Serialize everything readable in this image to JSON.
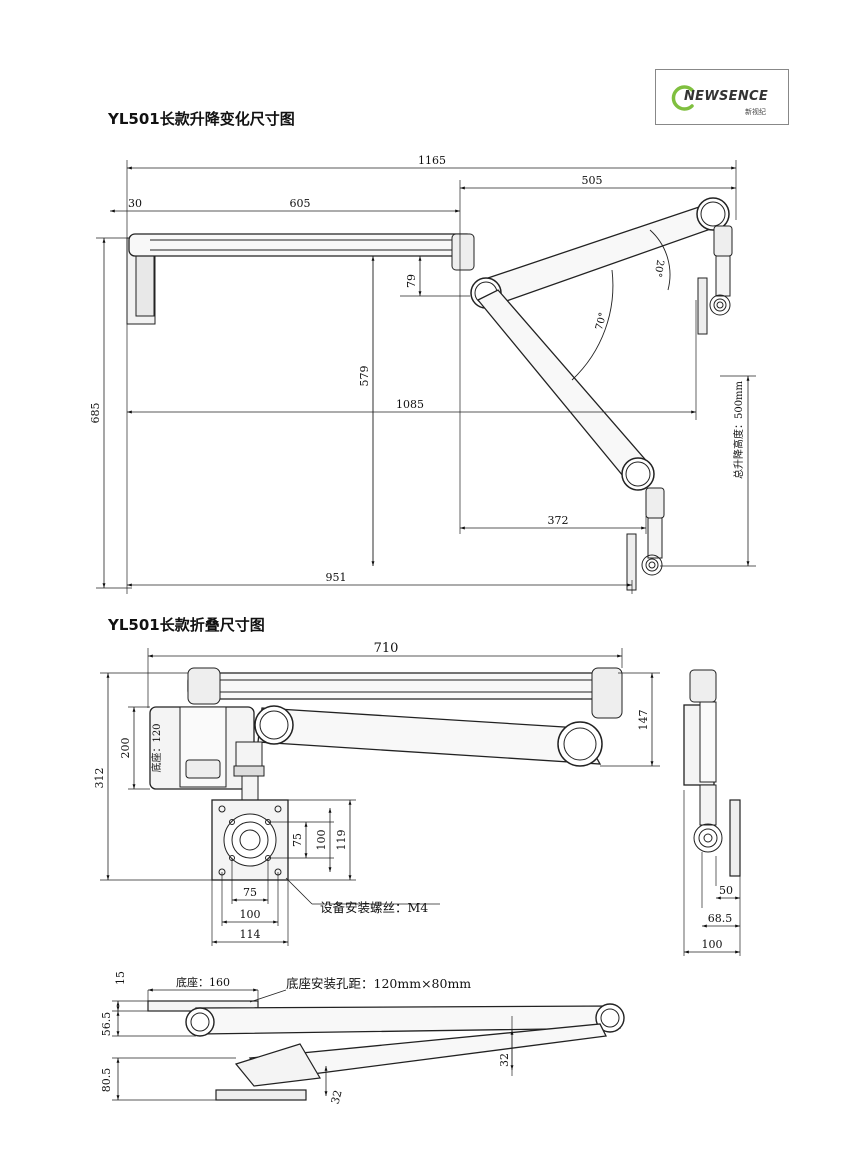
{
  "brand": {
    "name": "NEWSENCE",
    "subtitle": "新视纪",
    "accent_color": "#7fbf3f",
    "logo_icon": "newsence-swoosh-logo"
  },
  "sections": {
    "lifting_title": "YL501长款升降变化尺寸图",
    "folding_title": "YL501长款折叠尺寸图"
  },
  "lifting_dims": {
    "overall_width": "1165",
    "arm_reach": "505",
    "base_offset": "30",
    "upper_arm": "605",
    "joint_drop": "79",
    "angle_upper": "20°",
    "angle_lower": "70°",
    "drop_height": "579",
    "total_height": "685",
    "mid_width": "1085",
    "lift_note": "总升降高度：500mm",
    "lower_reach": "372",
    "bottom_width": "951"
  },
  "folding_dims": {
    "overall_length": "710",
    "side_height": "147",
    "total_height": "312",
    "base_height": "200",
    "base_label": "底座：120",
    "vesa_75": "75",
    "vesa_100": "100",
    "plate_119": "119",
    "bottom_75": "75",
    "bottom_100": "100",
    "bottom_114": "114",
    "screw_note": "设备安装螺丝：M4",
    "side_50": "50",
    "side_68_5": "68.5",
    "side_100": "100",
    "top_15": "15",
    "top_base_label": "底座：160",
    "hole_spacing_note": "底座安装孔距：120mm×80mm",
    "top_56_5": "56.5",
    "top_80_5": "80.5",
    "top_32_a": "32",
    "top_32_b": "32"
  }
}
